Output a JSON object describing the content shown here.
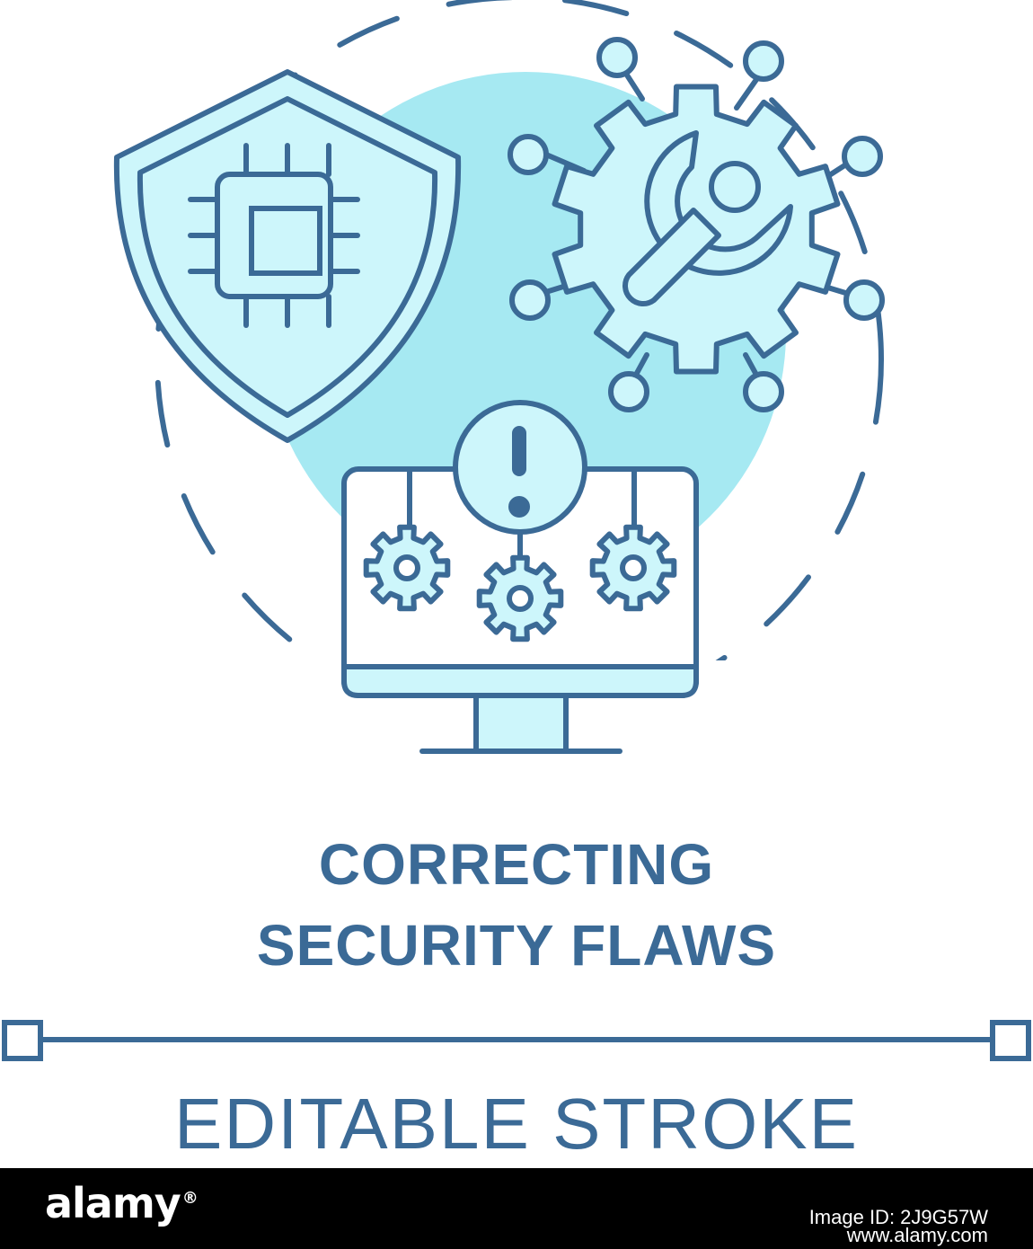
{
  "colors": {
    "stroke": "#3b6a96",
    "fill_light": "#cdf6fb",
    "fill_circle": "#a6e9f2",
    "text": "#3b6a96",
    "footer_bg": "#000000",
    "footer_text": "#ffffff"
  },
  "icons": {
    "shield": "shield-icon",
    "chip": "cpu-chip-icon",
    "gear": "gear-icon",
    "wrench": "wrench-icon",
    "monitor": "monitor-icon",
    "alert": "exclamation-icon"
  },
  "title": {
    "line1": "CORRECTING",
    "line2": "SECURITY FLAWS"
  },
  "editable_stroke": "EDITABLE STROKE",
  "footer": {
    "brand": "alamy",
    "image_id": "Image ID: 2J9G57W",
    "site": "www.alamy.com"
  }
}
